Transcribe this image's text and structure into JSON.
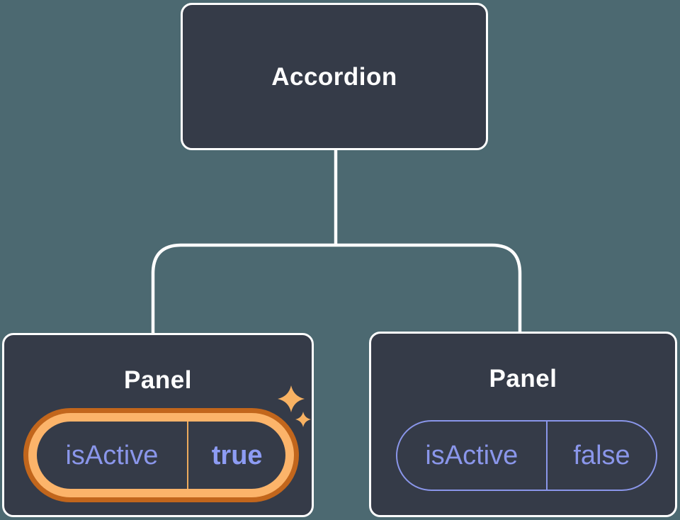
{
  "diagram": {
    "description_label": "component tree",
    "tree": {
      "root": {
        "label": "Accordion"
      },
      "children": [
        {
          "label": "Panel",
          "prop": {
            "name": "isActive",
            "value": "true"
          },
          "highlighted": true
        },
        {
          "label": "Panel",
          "prop": {
            "name": "isActive",
            "value": "false"
          },
          "highlighted": false
        }
      ]
    }
  },
  "colors": {
    "page_background": "#4C6971",
    "node_fill": "#353B48",
    "node_border": "#FFFFFF",
    "connector": "#FFFFFF",
    "title_text": "#FFFFFF",
    "prop_text": "#8A96EA",
    "prop_value_active_text": "#8D9CF4",
    "highlight_ring_outer": "#C2661C",
    "highlight_ring_inner": "#FCB46A",
    "highlight_separator": "#EDAB5D",
    "sparkle": "#F8B263"
  }
}
